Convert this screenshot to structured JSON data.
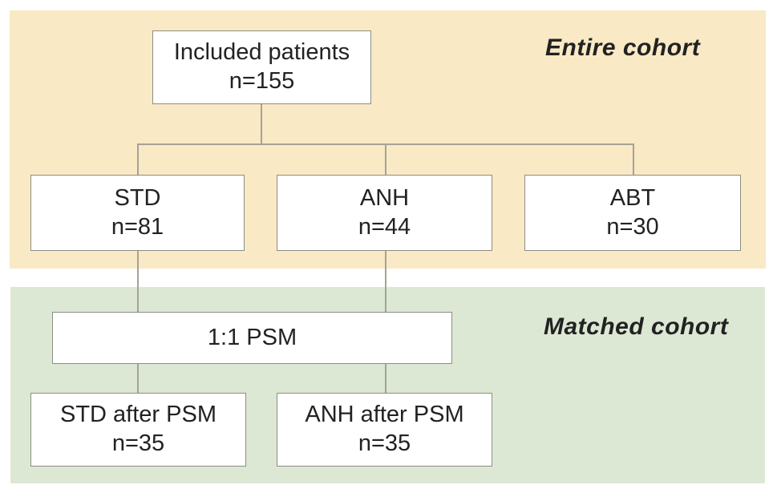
{
  "sections": {
    "entire": {
      "label": "Entire cohort"
    },
    "matched": {
      "label": "Matched cohort"
    }
  },
  "nodes": {
    "included": {
      "title": "Included patients",
      "count": "n=155"
    },
    "std": {
      "title": "STD",
      "count": "n=81"
    },
    "anh": {
      "title": "ANH",
      "count": "n=44"
    },
    "abt": {
      "title": "ABT",
      "count": "n=30"
    },
    "psm": {
      "title": "1:1 PSM"
    },
    "std_after": {
      "title": "STD after PSM",
      "count": "n=35"
    },
    "anh_after": {
      "title": "ANH after PSM",
      "count": "n=35"
    }
  },
  "colors": {
    "entire_panel_bg": "#f9e9c5",
    "matched_panel_bg": "#dce8d3",
    "node_bg": "#ffffff",
    "node_border": "#8d8d85",
    "connector": "#a6a296",
    "text": "#222222"
  }
}
